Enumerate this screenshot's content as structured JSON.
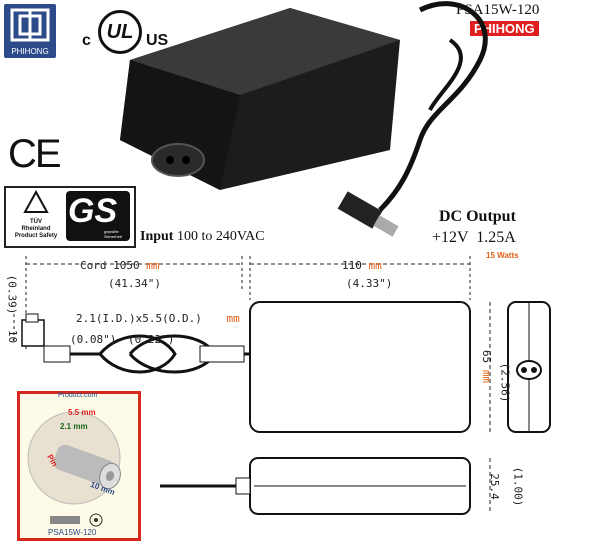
{
  "brand": {
    "logo_text": "PHIHONG",
    "model": "PSA15W-120",
    "brand_tag": "PHIHONG"
  },
  "certifications": {
    "ul_left": "c",
    "ul_mid": "UL",
    "ul_right": "US",
    "ce": "CE",
    "tuv_line1": "TÜV",
    "tuv_line2": "Rheinland",
    "tuv_line3": "Product Safety",
    "gs": "GS",
    "gs_small": "geprüfte Sicherheit"
  },
  "specs": {
    "input_label": "Input",
    "input_value": "100 to 240VAC",
    "output_label": "DC Output",
    "output_value": "+12V  1.25A",
    "watts": "15 Watts"
  },
  "dimensions": {
    "cord_label": "Cord",
    "cord_value": "1050",
    "cord_unit": "mm",
    "cord_inch": "(41.34\")",
    "width_value": "110",
    "width_unit": "mm",
    "width_inch": "(4.33\")",
    "plug_text": "2.1(I.D.)x5.5(O.D.)",
    "plug_unit": "mm",
    "plug_inch_id": "(0.08\")",
    "plug_inch_od": "(0.22\")",
    "left_inch": "(0.39)",
    "left_mm": "10",
    "height_mm": "65",
    "height_unit": "mm",
    "height_inch": "(2.56)",
    "thick_mm": "25.4",
    "thick_inch": "(1.00)"
  },
  "inset": {
    "top_text": "Product.com",
    "od": "5.5 mm",
    "id": "2.1 mm",
    "pin": "Pin",
    "length": "10 mm",
    "model": "PSA15W-120"
  }
}
